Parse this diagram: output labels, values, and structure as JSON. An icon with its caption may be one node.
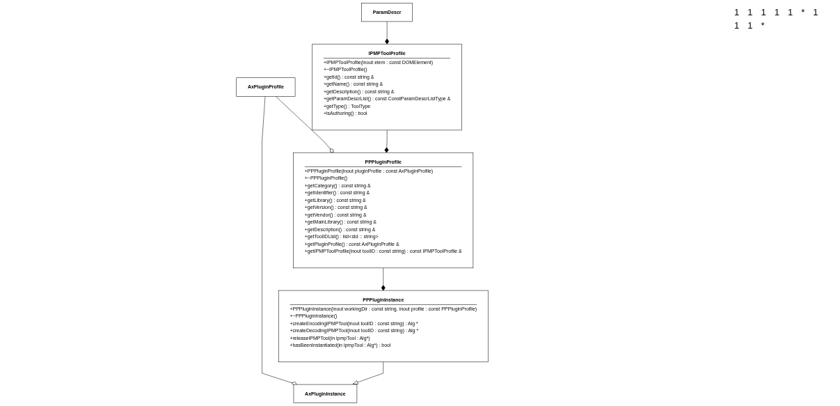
{
  "diagram": {
    "nodes": [
      {
        "text": [
          "AxPluginInstance"
        ]
      },
      {
        "text": [
          "AxPluginProfile"
        ]
      },
      {
        "text": [
          "PPPluginProfile",
          "+PPPluginProfile(inout pluginProfile : const AxPluginProfile)",
          "+~PPPluginProfile()",
          "+getCategory() : const string &",
          "+getIdentifier() : const string &",
          "+getLibrary() : const string &",
          "+getVersion() : const string &",
          "+getVendor() : const string &",
          "+getMainLibrary() : const string &",
          "+getDescription() : const string &",
          "+getToolIDList() : list<std :: string>",
          "+getPluginProfile() : const AxPluginProfile &",
          "+getIPMPToolProfile(inout toolID : const string) : const IPMPToolProfile &"
        ]
      },
      {
        "text": [
          "ParamDescr"
        ]
      },
      {
        "text": [
          "PPPluginInstance",
          "+PPPluginInstance(inout workingDir : const string, inout profile : const PPPluginProfile)",
          "+~PPPluginInstance()",
          "+createEncodingIPMPTool(inout toolID : const string) : Alg *",
          "+createDecodingIPMPTool(inout toolID : const string) : Alg *",
          "+releaseIPMPTool(in ipmpTool : Alg*)",
          "+hasBeenInstantiated(in ipmpTool : Alg*) : bool"
        ]
      },
      {
        "text": [
          "IPMPToolProfile",
          "+IPMPToolProfile(inout elem : const DOMElement)",
          "+~IPMPToolProfile()",
          "+getId() : const string &",
          "+getName() : const string &",
          "+getDescription() : const string &",
          "+getParamDescrList() : const ConstParamDescrListType &",
          "+getType() : ToolType",
          "+isAuthoring() : bool"
        ]
      }
    ],
    "edges": [
      {
        "from": 1,
        "to": 0,
        "arrow": "other"
      },
      {
        "from": 1,
        "to": 2,
        "arrow": "other"
      },
      {
        "from": 2,
        "to": 4,
        "arrow": "other"
      },
      {
        "from": 4,
        "to": 0,
        "arrow": "to"
      },
      {
        "from": 3,
        "to": 5,
        "arrow": "other"
      },
      {
        "from": 5,
        "to": 2,
        "arrow": "other"
      }
    ],
    "labels": [
      "1",
      "1",
      "1",
      "1",
      "1",
      "*",
      "1",
      "1",
      "1",
      "*"
    ]
  }
}
